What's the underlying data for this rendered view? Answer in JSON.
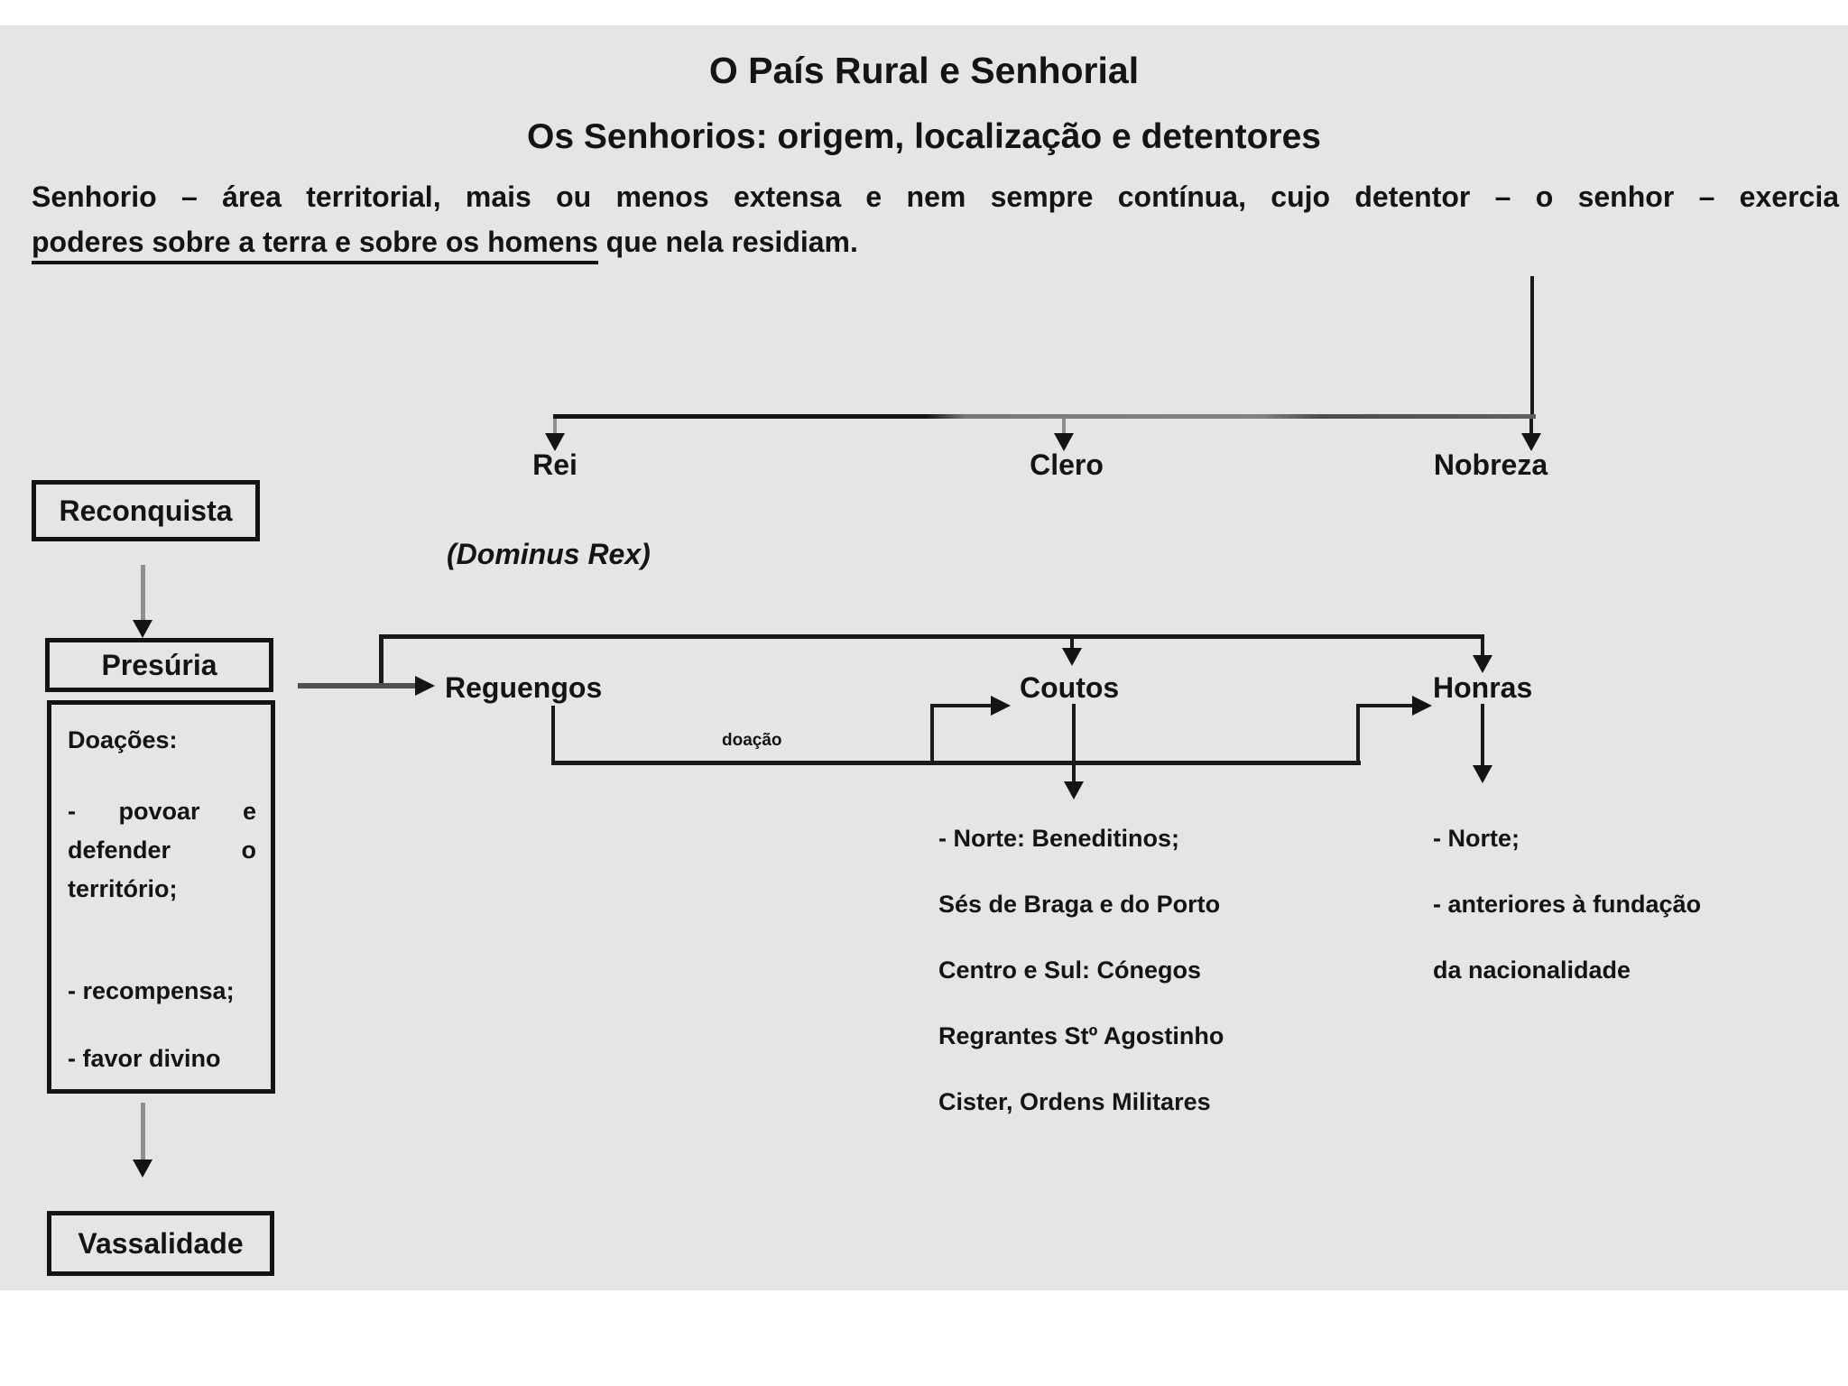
{
  "colors": {
    "background_panel": "#e6e5e6",
    "page_margin": "#ffffff",
    "text": "#141414",
    "connector_black": "#1a1a1a",
    "connector_gray": "#8f8f8f"
  },
  "header": {
    "title": "O País Rural e Senhorial",
    "subtitle": "Os Senhorios: origem, localização e detentores"
  },
  "intro": {
    "line1": "Senhorio – área territorial, mais ou menos extensa e nem sempre contínua, cujo detentor – o senhor – exercia",
    "underlined": "poderes sobre a terra e sobre os homens",
    "rest": " que nela residiam."
  },
  "detentores": {
    "rei": "Rei",
    "rei_subtitle": "(Dominus Rex)",
    "clero": "Clero",
    "nobreza": "Nobreza"
  },
  "left_flow": {
    "reconquista": "Reconquista",
    "presuria": "Presúria",
    "doacoes": {
      "heading": "Doações:",
      "line1_dash": "-",
      "line1_word1": "povoar",
      "line1_word2": "e",
      "line2_word1": "defender",
      "line2_word2": "o",
      "line3": "território;",
      "item2": "- recompensa;",
      "item3": "- favor divino"
    },
    "vassalidade": "Vassalidade"
  },
  "senhorios": {
    "reguengos": "Reguengos",
    "coutos": "Coutos",
    "honras": "Honras",
    "doacao_label": "doação"
  },
  "coutos_details": {
    "items": [
      "- Norte: Beneditinos;",
      "Sés de Braga e do Porto",
      "Centro e Sul: Cónegos",
      "Regrantes Stº Agostinho",
      "Cister, Ordens Militares"
    ]
  },
  "honras_details": {
    "items": [
      "- Norte;",
      "- anteriores à fundação",
      "da nacionalidade"
    ]
  }
}
